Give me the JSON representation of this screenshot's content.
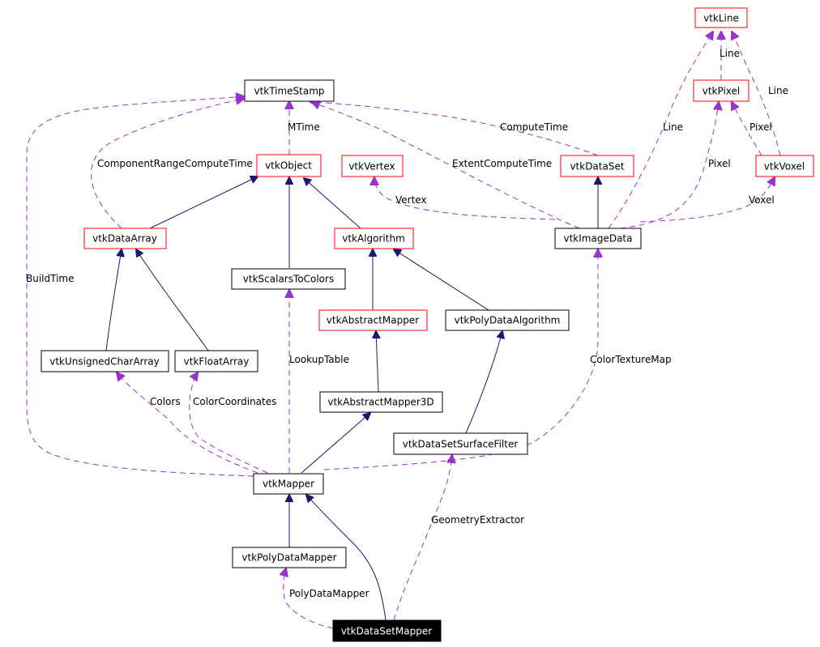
{
  "colors": {
    "inherit_edge": "#191970",
    "usage_edge": "#9a32cd",
    "undocumented_border": "#ff0000",
    "documented_border": "#000000",
    "focus_fill": "#000000",
    "focus_text": "#ffffff"
  },
  "nodes": {
    "vtkLine": "vtkLine",
    "vtkPixel": "vtkPixel",
    "vtkVoxel": "vtkVoxel",
    "vtkTimeStamp": "vtkTimeStamp",
    "vtkObject": "vtkObject",
    "vtkVertex": "vtkVertex",
    "vtkDataSet": "vtkDataSet",
    "vtkDataArray": "vtkDataArray",
    "vtkAlgorithm": "vtkAlgorithm",
    "vtkImageData": "vtkImageData",
    "vtkScalarsToColors": "vtkScalarsToColors",
    "vtkAbstractMapper": "vtkAbstractMapper",
    "vtkPolyDataAlgorithm": "vtkPolyDataAlgorithm",
    "vtkUnsignedCharArray": "vtkUnsignedCharArray",
    "vtkFloatArray": "vtkFloatArray",
    "vtkAbstractMapper3D": "vtkAbstractMapper3D",
    "vtkDataSetSurfaceFilter": "vtkDataSetSurfaceFilter",
    "vtkMapper": "vtkMapper",
    "vtkPolyDataMapper": "vtkPolyDataMapper",
    "vtkDataSetMapper": "vtkDataSetMapper"
  },
  "edge_labels": {
    "line_pixel": "Line",
    "line_voxel": "Line",
    "line_imagedata": "Line",
    "pixel_voxel": "Pixel",
    "pixel_imagedata": "Pixel",
    "voxel_imagedata": "Voxel",
    "mtime": "MTime",
    "compute_time": "ComputeTime",
    "component_range_compute_time": "ComponentRangeComputeTime",
    "extent_compute_time": "ExtentComputeTime",
    "vertex": "Vertex",
    "build_time": "BuildTime",
    "lookup_table": "LookupTable",
    "color_texture_map": "ColorTextureMap",
    "colors": "Colors",
    "color_coordinates": "ColorCoordinates",
    "geometry_extractor": "GeometryExtractor",
    "poly_data_mapper": "PolyDataMapper"
  }
}
